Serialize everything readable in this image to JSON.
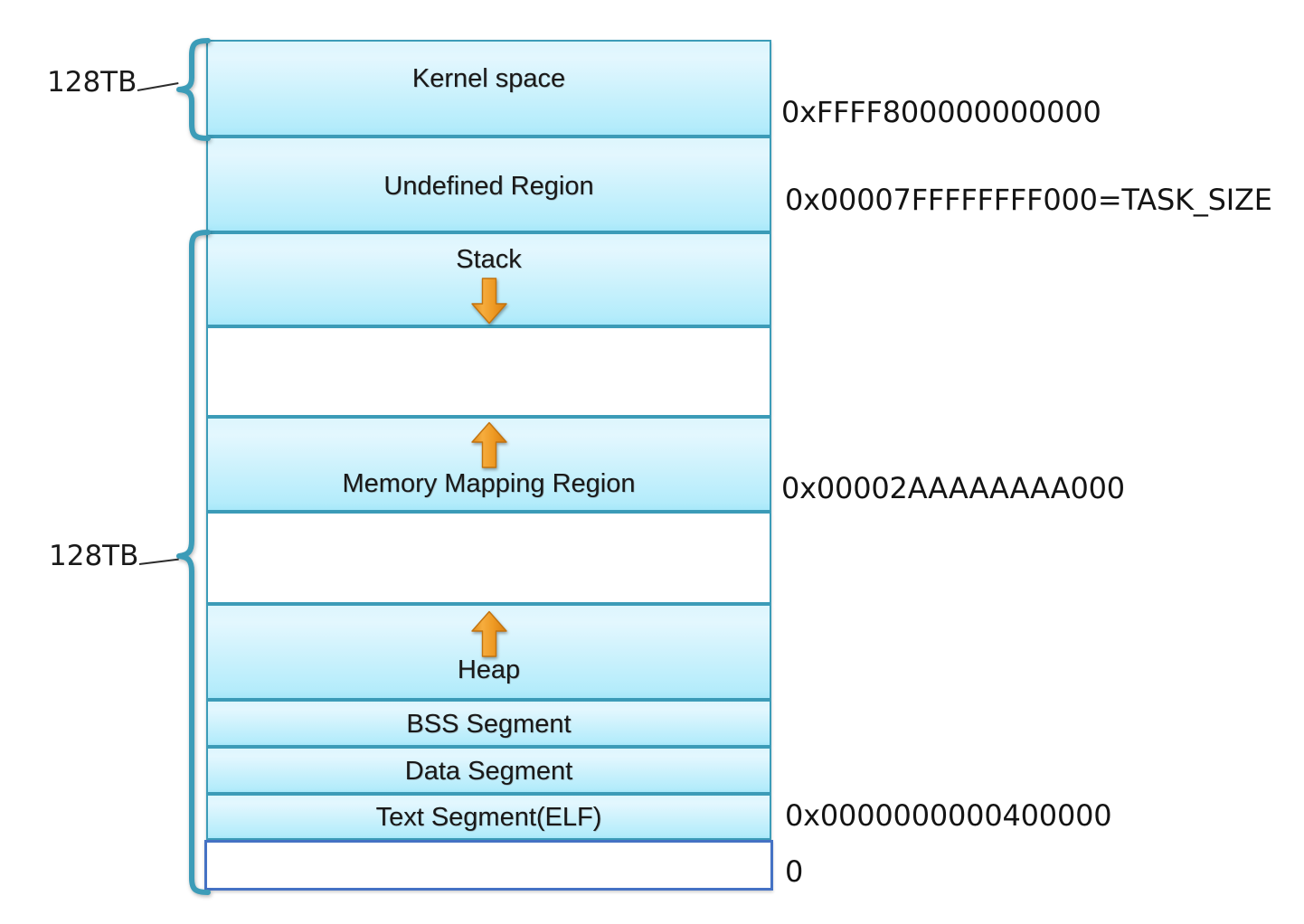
{
  "diagram": {
    "title": "x86-64 Linux Process Virtual Memory Layout",
    "colors": {
      "region_border": "#3c9cb8",
      "region_fill_top": "#ddf6fd",
      "region_fill_bottom": "#a7e8fa",
      "bottom_box_border": "#4572c4",
      "brace": "#3c9cb8",
      "arrow_fill": "#ef9d27",
      "arrow_stroke": "#c87514",
      "text": "#191919",
      "background": "#ffffff"
    }
  },
  "size_labels": [
    {
      "text": "128TB",
      "name": "kernel-space-size"
    },
    {
      "text": "128TB",
      "name": "user-space-size"
    }
  ],
  "regions": [
    {
      "name": "kernel-space",
      "label": "Kernel space",
      "arrow": "none",
      "empty": false
    },
    {
      "name": "undefined-region",
      "label": "Undefined Region",
      "arrow": "none",
      "empty": false
    },
    {
      "name": "stack",
      "label": "Stack",
      "arrow": "down",
      "empty": false
    },
    {
      "name": "gap-stack-mmap",
      "label": "",
      "arrow": "none",
      "empty": true
    },
    {
      "name": "memory-mapping-region",
      "label": "Memory Mapping Region",
      "arrow": "up",
      "empty": false
    },
    {
      "name": "gap-mmap-heap",
      "label": "",
      "arrow": "none",
      "empty": true
    },
    {
      "name": "heap",
      "label": "Heap",
      "arrow": "up",
      "empty": false
    },
    {
      "name": "bss-segment",
      "label": "BSS Segment",
      "arrow": "none",
      "empty": false
    },
    {
      "name": "data-segment",
      "label": "Data Segment",
      "arrow": "none",
      "empty": false
    },
    {
      "name": "text-segment",
      "label": "Text Segment(ELF)",
      "arrow": "none",
      "empty": false
    },
    {
      "name": "null-page",
      "label": "",
      "arrow": "none",
      "empty": true
    }
  ],
  "addresses": [
    {
      "name": "kernel-space-base",
      "text": "0xFFFF800000000000"
    },
    {
      "name": "task-size",
      "text": "0x00007FFFFFFFF000=TASK_SIZE"
    },
    {
      "name": "mmap-base",
      "text": "0x00002AAAAAAAA000"
    },
    {
      "name": "text-segment-base",
      "text": "0x0000000000400000"
    },
    {
      "name": "zero-address",
      "text": "0"
    }
  ]
}
